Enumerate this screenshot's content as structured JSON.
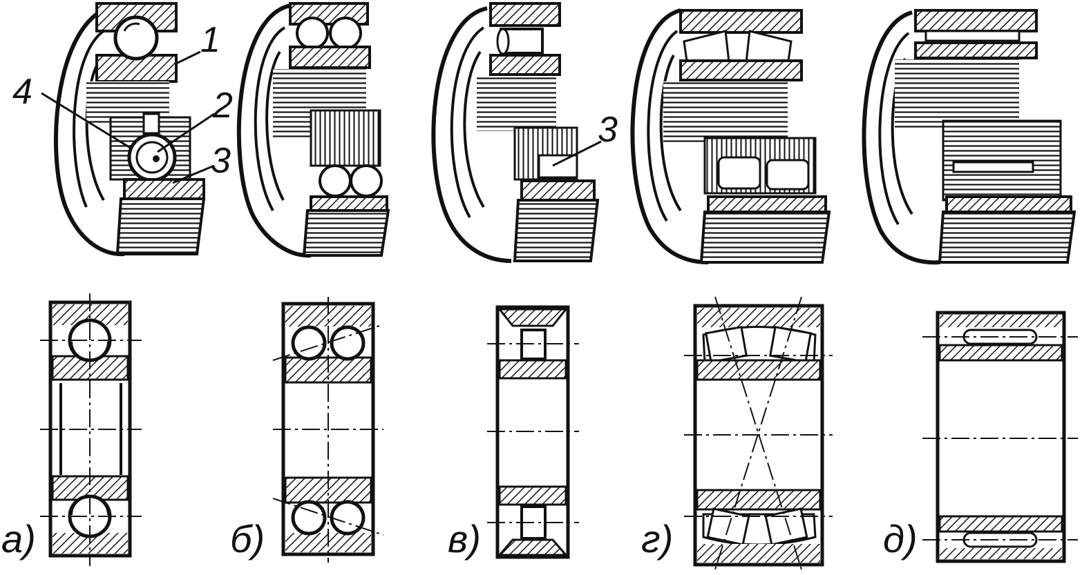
{
  "colors": {
    "ink": "#111111",
    "paper": "#ffffff"
  },
  "callouts": [
    "1",
    "2",
    "3",
    "4",
    "3"
  ],
  "figures": [
    {
      "id": "a",
      "caption": "а)",
      "type": "single-row-ball-bearing"
    },
    {
      "id": "b",
      "caption": "б)",
      "type": "double-row-self-aligning-ball-bearing"
    },
    {
      "id": "v",
      "caption": "в)",
      "type": "cylindrical-roller-bearing"
    },
    {
      "id": "g",
      "caption": "г)",
      "type": "double-row-spherical-roller-bearing"
    },
    {
      "id": "d",
      "caption": "д)",
      "type": "needle-roller-bearing"
    }
  ]
}
